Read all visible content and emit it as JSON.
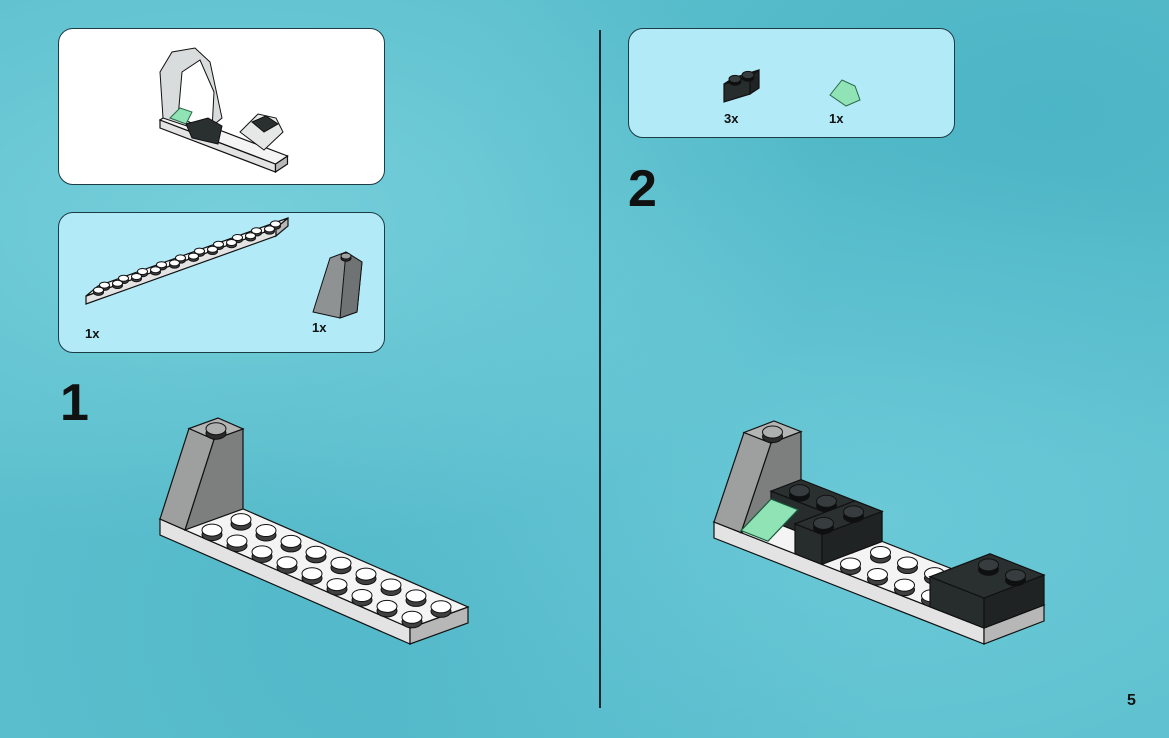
{
  "page_number": "5",
  "steps": [
    {
      "number": "1",
      "parts": [
        {
          "qty": "1x",
          "part": "white-plate-2x10"
        },
        {
          "qty": "1x",
          "part": "gray-slope-brick"
        }
      ]
    },
    {
      "number": "2",
      "parts": [
        {
          "qty": "3x",
          "part": "black-brick-1x2"
        },
        {
          "qty": "1x",
          "part": "trans-green-slope"
        }
      ]
    }
  ],
  "colors": {
    "background": "#5cbfcd",
    "parts_panel": "#b3eaf8",
    "white_plate": "#f4f4f4",
    "gray_slope": "#a6a8a8",
    "black_brick": "#2a2f30",
    "green_slope": "#8fe3b4"
  }
}
